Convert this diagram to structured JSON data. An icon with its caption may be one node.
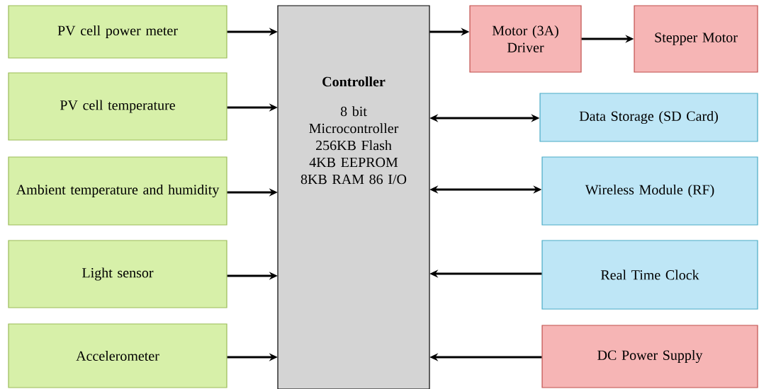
{
  "diagram": {
    "nodes": [
      {
        "text": [
          "PV cell power meter"
        ]
      },
      {
        "text": [
          "PV cell temperature"
        ]
      },
      {
        "text": [
          "Ambient temperature and humidity"
        ]
      },
      {
        "text": [
          "Light sensor"
        ]
      },
      {
        "text": [
          "Accelerometer"
        ]
      },
      {
        "text": [
          "Controller",
          "8 bit Microcontroller 256KB Flash 4KB EEPROM 8KB RAM 86 I/O"
        ]
      },
      {
        "text": [
          "Motor (3A) Driver"
        ]
      },
      {
        "text": [
          "Stepper Motor"
        ]
      },
      {
        "text": [
          "Data Storage (SD Card)"
        ]
      },
      {
        "text": [
          "Wireless Module (RF)"
        ]
      },
      {
        "text": [
          "Real Time Clock"
        ]
      },
      {
        "text": [
          "DC Power Supply"
        ]
      }
    ],
    "edges": [
      {
        "from": 0,
        "to": 5,
        "arrow": "to"
      },
      {
        "from": 1,
        "to": 5,
        "arrow": "to"
      },
      {
        "from": 2,
        "to": 5,
        "arrow": "to"
      },
      {
        "from": 3,
        "to": 5,
        "arrow": "to"
      },
      {
        "from": 4,
        "to": 5,
        "arrow": "to"
      },
      {
        "from": 5,
        "to": 6,
        "arrow": "to"
      },
      {
        "from": 6,
        "to": 7,
        "arrow": "to"
      },
      {
        "from": 5,
        "to": 8,
        "arrow": "both"
      },
      {
        "from": 5,
        "to": 9,
        "arrow": "both"
      },
      {
        "from": 10,
        "to": 5,
        "arrow": "to"
      },
      {
        "from": 11,
        "to": 5,
        "arrow": "to"
      }
    ]
  }
}
